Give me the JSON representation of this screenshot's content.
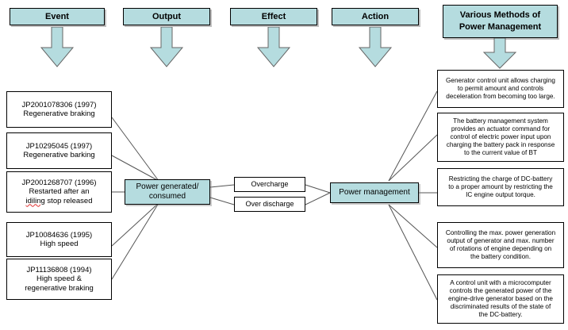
{
  "diagram": {
    "title_row": [
      {
        "id": "event",
        "label": "Event"
      },
      {
        "id": "output",
        "label": "Output"
      },
      {
        "id": "effect",
        "label": "Effect"
      },
      {
        "id": "action",
        "label": "Action"
      },
      {
        "id": "methods",
        "label": "Various Methods of\nPower Management"
      }
    ],
    "arrows": [
      {
        "id": "arrow-event",
        "direction": "down"
      },
      {
        "id": "arrow-output",
        "direction": "down"
      },
      {
        "id": "arrow-effect",
        "direction": "down"
      },
      {
        "id": "arrow-action",
        "direction": "down"
      },
      {
        "id": "arrow-methods",
        "direction": "down"
      }
    ],
    "events": [
      {
        "id": "jp2001078306",
        "label": "JP2001078306 (1997)\nRegenerative braking"
      },
      {
        "id": "jp10295045",
        "label": "JP10295045 (1997)\nRegenerative barking"
      },
      {
        "id": "jp2001268707",
        "label": "JP2001268707 (1996)\nRestarted after an\nidiling stop released",
        "typo_word": "idiling"
      },
      {
        "id": "jp10084636",
        "label": "JP10084636 (1995)\nHigh speed"
      },
      {
        "id": "jp11136808",
        "label": "JP11136808 (1994)\nHigh speed &\nregenerative braking"
      }
    ],
    "output_node": {
      "id": "power-generated",
      "label": "Power generated/\nconsumed"
    },
    "effect_nodes": [
      {
        "id": "overcharge",
        "label": "Overcharge"
      },
      {
        "id": "over-discharge",
        "label": "Over discharge"
      }
    ],
    "action_node": {
      "id": "power-management",
      "label": "Power management"
    },
    "methods": [
      {
        "id": "method-1",
        "label": "Generator control unit allows charging\nto permit amount and controls\ndeceleration from becoming too large."
      },
      {
        "id": "method-2",
        "label": "The battery management system\nprovides an actuator command for\ncontrol of electric power input upon\ncharging the battery pack in response\nto the current value of BT"
      },
      {
        "id": "method-3",
        "label": "Restricting the charge of DC-battery\nto a proper amount by restricting the\nIC engine output torque."
      },
      {
        "id": "method-4",
        "label": "Controlling the max. power generation\noutput of generator and max. number\nof rotations of engine depending on\nthe battery condition."
      },
      {
        "id": "method-5",
        "label": "A control unit with a microcomputer\ncontrols the generated power of the\nengine-drive generator based on the\ndiscriminated results of the state of\nthe DC-battery."
      }
    ],
    "colors": {
      "teal_fill": "#b5dcdf",
      "white_fill": "#ffffff",
      "border": "#000000",
      "connector": "#555555",
      "shadow": "#8c8c8c",
      "typo_underline": "#e03030"
    }
  }
}
